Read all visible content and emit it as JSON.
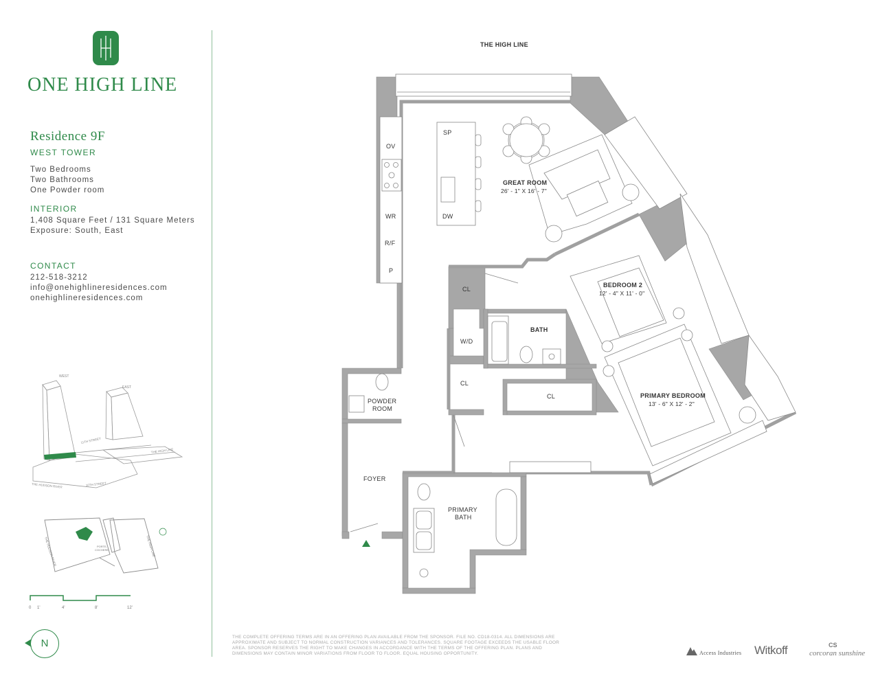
{
  "brand": {
    "logo_monogram": "1|1",
    "name": "ONE HIGH LINE",
    "accent_color": "#2f8a4a"
  },
  "residence": {
    "title": "Residence 9F",
    "tower": "WEST TOWER",
    "rooms": [
      "Two Bedrooms",
      "Two Bathrooms",
      "One Powder room"
    ]
  },
  "interior": {
    "heading": "INTERIOR",
    "area": "1,408 Square Feet / 131 Square Meters",
    "exposure": "Exposure: South, East"
  },
  "contact": {
    "heading": "CONTACT",
    "phone": "212-518-3212",
    "email": "info@onehighlineresidences.com",
    "website": "onehighlineresidences.com"
  },
  "site_map": {
    "west": "WEST",
    "east": "EAST",
    "street_11": "11TH STREET",
    "street_10": "10TH STREET",
    "high_line": "THE HIGH LINE",
    "river": "THE HUDSON RIVER",
    "porte_cochere_1": "PORTE-",
    "porte_cochere_2": "COCHERE",
    "scale_labels": [
      "0",
      "1'",
      "4'",
      "8'",
      "12'"
    ]
  },
  "compass": "N",
  "floorplan": {
    "street_label": "THE HIGH LINE",
    "appliances": {
      "oven": "OV",
      "wine_rack": "WR",
      "fridge": "R/F",
      "pantry": "P",
      "sink": "SP",
      "dishwasher": "DW"
    },
    "great_room": {
      "name": "GREAT ROOM",
      "dims": "26' - 1\" X 16' - 7\""
    },
    "bedroom2": {
      "name": "BEDROOM 2",
      "dims": "12' - 4\" X 11' - 0\""
    },
    "primary_bedroom": {
      "name": "PRIMARY BEDROOM",
      "dims": "13' - 6\" X 12' - 2\""
    },
    "bath": "BATH",
    "closet": "CL",
    "washer_dryer": "W/D",
    "powder_room_1": "POWDER",
    "powder_room_2": "ROOM",
    "foyer": "FOYER",
    "primary_bath_1": "PRIMARY",
    "primary_bath_2": "BATH"
  },
  "disclaimer": "THE COMPLETE OFFERING TERMS ARE IN AN OFFERING PLAN AVAILABLE FROM THE SPONSOR. FILE NO. CD18-0314. ALL DIMENSIONS ARE APPROXIMATE AND SUBJECT TO NORMAL CONSTRUCTION VARIANCES AND TOLERANCES. SQUARE FOOTAGE EXCEEDS THE USABLE FLOOR AREA. SPONSOR RESERVES THE RIGHT TO MAKE CHANGES IN ACCORDANCE WITH THE TERMS OF THE OFFERING PLAN. PLANS AND DIMENSIONS MAY CONTAIN MINOR VARIATIONS FROM FLOOR TO FLOOR. EQUAL HOUSING OPPORTUNITY.",
  "partners": [
    "Access Industries",
    "Witkoff",
    "corcoran sunshine"
  ],
  "partner_monogram": "CS"
}
